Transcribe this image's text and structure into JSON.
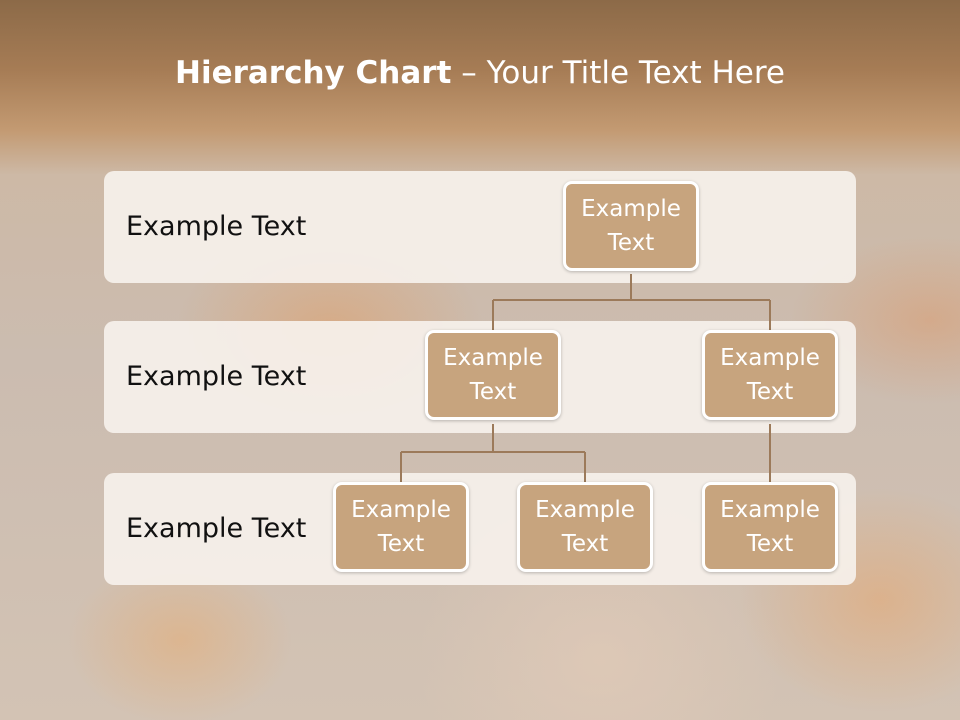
{
  "title": {
    "bold": "Hierarchy Chart",
    "rest": " – Your Title Text Here"
  },
  "bands": [
    {
      "label": "Example Text"
    },
    {
      "label": "Example Text"
    },
    {
      "label": "Example Text"
    }
  ],
  "nodes": {
    "root": "Example Text",
    "l2_left": "Example Text",
    "l2_right": "Example Text",
    "l3_a": "Example Text",
    "l3_b": "Example Text",
    "l3_c": "Example Text"
  },
  "colors": {
    "node_fill": "#c7a47e",
    "connector": "#9c7a5a",
    "band_fill": "#f6f1ec",
    "title_text": "#ffffff"
  }
}
